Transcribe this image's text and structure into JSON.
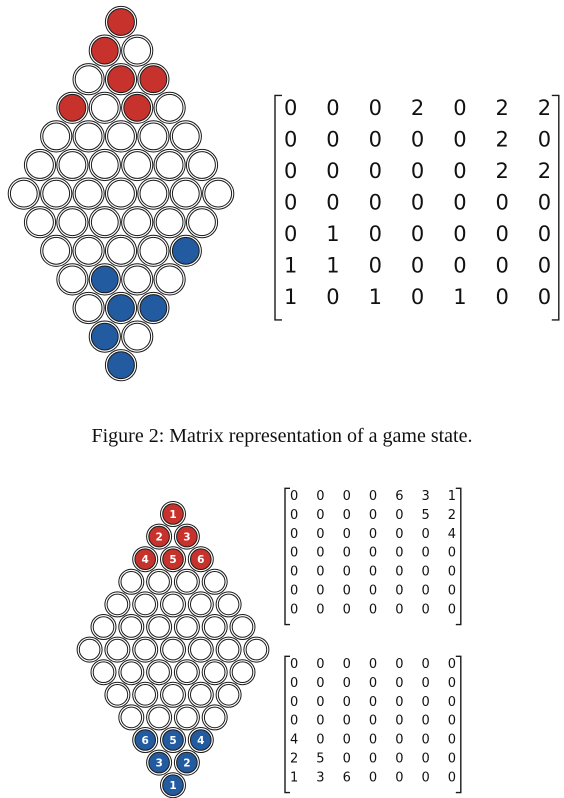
{
  "caption": "Figure 2: Matrix representation of a game state.",
  "colors": {
    "red": "#c8322c",
    "blue": "#235ba0",
    "empty": "#ffffff",
    "stroke": "#1a1a1a",
    "label": "#ffffff"
  },
  "figure1": {
    "matrix": [
      [
        "0",
        "0",
        "0",
        "2",
        "0",
        "2",
        "2"
      ],
      [
        "0",
        "0",
        "0",
        "0",
        "0",
        "2",
        "0"
      ],
      [
        "0",
        "0",
        "0",
        "0",
        "0",
        "2",
        "2"
      ],
      [
        "0",
        "0",
        "0",
        "0",
        "0",
        "0",
        "0"
      ],
      [
        "0",
        "1",
        "0",
        "0",
        "0",
        "0",
        "0"
      ],
      [
        "1",
        "1",
        "0",
        "0",
        "0",
        "0",
        "0"
      ],
      [
        "1",
        "0",
        "1",
        "0",
        "1",
        "0",
        "0"
      ]
    ]
  },
  "figure2": {
    "red_labels": [
      "1",
      "3",
      "2",
      "6",
      "5",
      "4"
    ],
    "blue_labels": [
      "4",
      "5",
      "6",
      "2",
      "3",
      "1"
    ],
    "matrix_top": [
      [
        "0",
        "0",
        "0",
        "0",
        "6",
        "3",
        "1"
      ],
      [
        "0",
        "0",
        "0",
        "0",
        "0",
        "5",
        "2"
      ],
      [
        "0",
        "0",
        "0",
        "0",
        "0",
        "0",
        "4"
      ],
      [
        "0",
        "0",
        "0",
        "0",
        "0",
        "0",
        "0"
      ],
      [
        "0",
        "0",
        "0",
        "0",
        "0",
        "0",
        "0"
      ],
      [
        "0",
        "0",
        "0",
        "0",
        "0",
        "0",
        "0"
      ],
      [
        "0",
        "0",
        "0",
        "0",
        "0",
        "0",
        "0"
      ]
    ],
    "matrix_bottom": [
      [
        "0",
        "0",
        "0",
        "0",
        "0",
        "0",
        "0"
      ],
      [
        "0",
        "0",
        "0",
        "0",
        "0",
        "0",
        "0"
      ],
      [
        "0",
        "0",
        "0",
        "0",
        "0",
        "0",
        "0"
      ],
      [
        "0",
        "0",
        "0",
        "0",
        "0",
        "0",
        "0"
      ],
      [
        "4",
        "0",
        "0",
        "0",
        "0",
        "0",
        "0"
      ],
      [
        "2",
        "5",
        "0",
        "0",
        "0",
        "0",
        "0"
      ],
      [
        "1",
        "3",
        "6",
        "0",
        "0",
        "0",
        "0"
      ]
    ]
  }
}
